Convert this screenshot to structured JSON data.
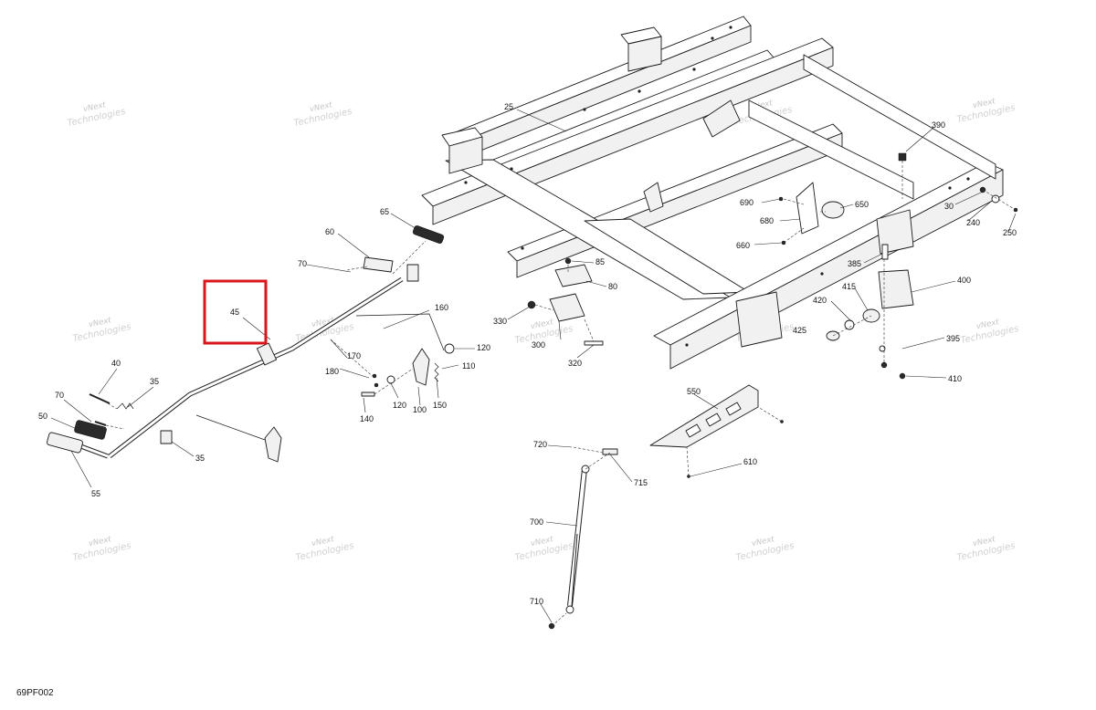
{
  "diagram": {
    "reference_code": "69PF002",
    "watermark": {
      "line1": "vNext",
      "line2": "Technologies"
    },
    "highlighted_part": "45",
    "highlight_color": "#d9161c",
    "parts": {
      "p25": "25",
      "p30": "30",
      "p35a": "35",
      "p35b": "35",
      "p40": "40",
      "p45": "45",
      "p50": "50",
      "p55": "55",
      "p60": "60",
      "p65": "65",
      "p70a": "70",
      "p70b": "70",
      "p80": "80",
      "p85": "85",
      "p100": "100",
      "p110": "110",
      "p120a": "120",
      "p120b": "120",
      "p140": "140",
      "p150": "150",
      "p160": "160",
      "p170": "170",
      "p180": "180",
      "p240": "240",
      "p250": "250",
      "p300": "300",
      "p320": "320",
      "p330": "330",
      "p385": "385",
      "p390": "390",
      "p395": "395",
      "p400": "400",
      "p410": "410",
      "p415": "415",
      "p420": "420",
      "p425": "425",
      "p550": "550",
      "p610": "610",
      "p650": "650",
      "p660": "660",
      "p680": "680",
      "p690": "690",
      "p700": "700",
      "p710": "710",
      "p715": "715",
      "p720": "720"
    }
  }
}
